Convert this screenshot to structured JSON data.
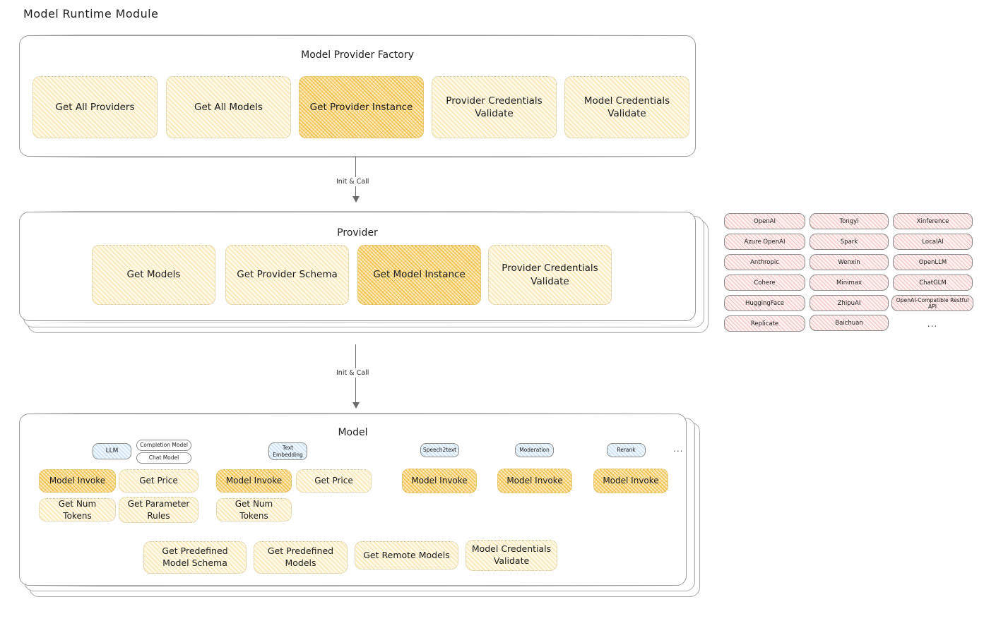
{
  "page": {
    "title": "Model Runtime Module"
  },
  "colors": {
    "node_fill": "#fdf8e6",
    "node_highlight_fill": "#fbe9b8",
    "node_border": "#cfc093",
    "provider_pill_fill": "#fdf0ef",
    "model_badge_fill": "#eef6fc",
    "section_border": "#9a9a9a"
  },
  "factory": {
    "title": "Model Provider Factory",
    "nodes": [
      {
        "label": "Get All Providers",
        "highlight": false
      },
      {
        "label": "Get All Models",
        "highlight": false
      },
      {
        "label": "Get Provider Instance",
        "highlight": true
      },
      {
        "label": "Provider Credentials Validate",
        "highlight": false
      },
      {
        "label": "Model Credentials Validate",
        "highlight": false
      }
    ]
  },
  "arrows": [
    {
      "label": "Init & Call"
    },
    {
      "label": "Init & Call"
    }
  ],
  "provider": {
    "title": "Provider",
    "nodes": [
      {
        "label": "Get Models",
        "highlight": false
      },
      {
        "label": "Get Provider Schema",
        "highlight": false
      },
      {
        "label": "Get Model Instance",
        "highlight": true
      },
      {
        "label": "Provider Credentials Validate",
        "highlight": false
      }
    ]
  },
  "provider_list": {
    "columns": [
      {
        "items": [
          "OpenAI",
          "Azure OpenAI",
          "Anthropic",
          "Cohere",
          "HuggingFace",
          "Replicate"
        ]
      },
      {
        "items": [
          "Tongyi",
          "Spark",
          "Wenxin",
          "Minimax",
          "ZhipuAI",
          "Baichuan"
        ]
      },
      {
        "items": [
          "Xinference",
          "LocalAI",
          "OpenLLM",
          "ChatGLM",
          "OpenAI-Compatible Restful API"
        ]
      }
    ],
    "ellipsis": "..."
  },
  "model": {
    "title": "Model",
    "ellipsis": "...",
    "types": [
      {
        "name": "LLM",
        "subtypes": [
          "Completion Model",
          "Chat Model"
        ],
        "nodes": [
          {
            "label": "Model Invoke",
            "highlight": true
          },
          {
            "label": "Get Price",
            "highlight": false
          },
          {
            "label": "Get Num Tokens",
            "highlight": false
          },
          {
            "label": "Get Parameter Rules",
            "highlight": false
          }
        ]
      },
      {
        "name": "Text Embedding",
        "subtypes": [],
        "nodes": [
          {
            "label": "Model Invoke",
            "highlight": true
          },
          {
            "label": "Get Price",
            "highlight": false
          },
          {
            "label": "Get Num Tokens",
            "highlight": false
          }
        ]
      },
      {
        "name": "Speech2text",
        "subtypes": [],
        "nodes": [
          {
            "label": "Model Invoke",
            "highlight": true
          }
        ]
      },
      {
        "name": "Moderation",
        "subtypes": [],
        "nodes": [
          {
            "label": "Model Invoke",
            "highlight": true
          }
        ]
      },
      {
        "name": "Rerank",
        "subtypes": [],
        "nodes": [
          {
            "label": "Model Invoke",
            "highlight": true
          }
        ]
      }
    ],
    "shared_nodes": [
      {
        "label": "Get Predefined Model Schema"
      },
      {
        "label": "Get Predefined Models"
      },
      {
        "label": "Get Remote Models"
      },
      {
        "label": "Model Credentials Validate"
      }
    ]
  }
}
